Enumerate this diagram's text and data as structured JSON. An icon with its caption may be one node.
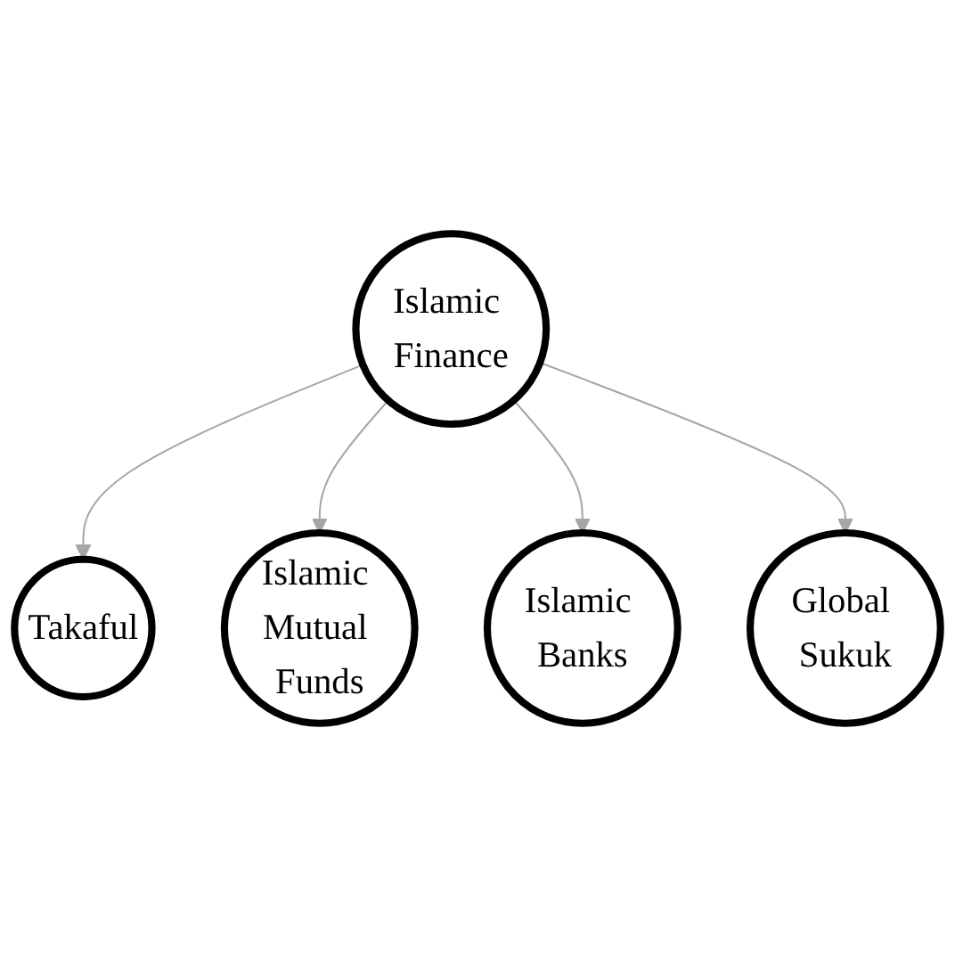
{
  "diagram": {
    "nodes": [
      {
        "text": [
          "Takaful"
        ]
      },
      {
        "text": [
          "Global Sukuk"
        ]
      },
      {
        "text": [
          "Islamic Finance"
        ]
      },
      {
        "text": [
          "Islamic Mutual Funds"
        ]
      },
      {
        "text": [
          "Islamic Banks"
        ]
      }
    ],
    "edges": [
      {
        "from": 2,
        "to": 0,
        "arrow": "to",
        "color": "#a6a6a6"
      },
      {
        "from": 2,
        "to": 3,
        "arrow": "to",
        "color": "#a6a6a6"
      },
      {
        "from": 2,
        "to": 4,
        "arrow": "to",
        "color": "#a6a6a6"
      },
      {
        "from": 2,
        "to": 1,
        "arrow": "to",
        "color": "#a6a6a6"
      }
    ]
  }
}
